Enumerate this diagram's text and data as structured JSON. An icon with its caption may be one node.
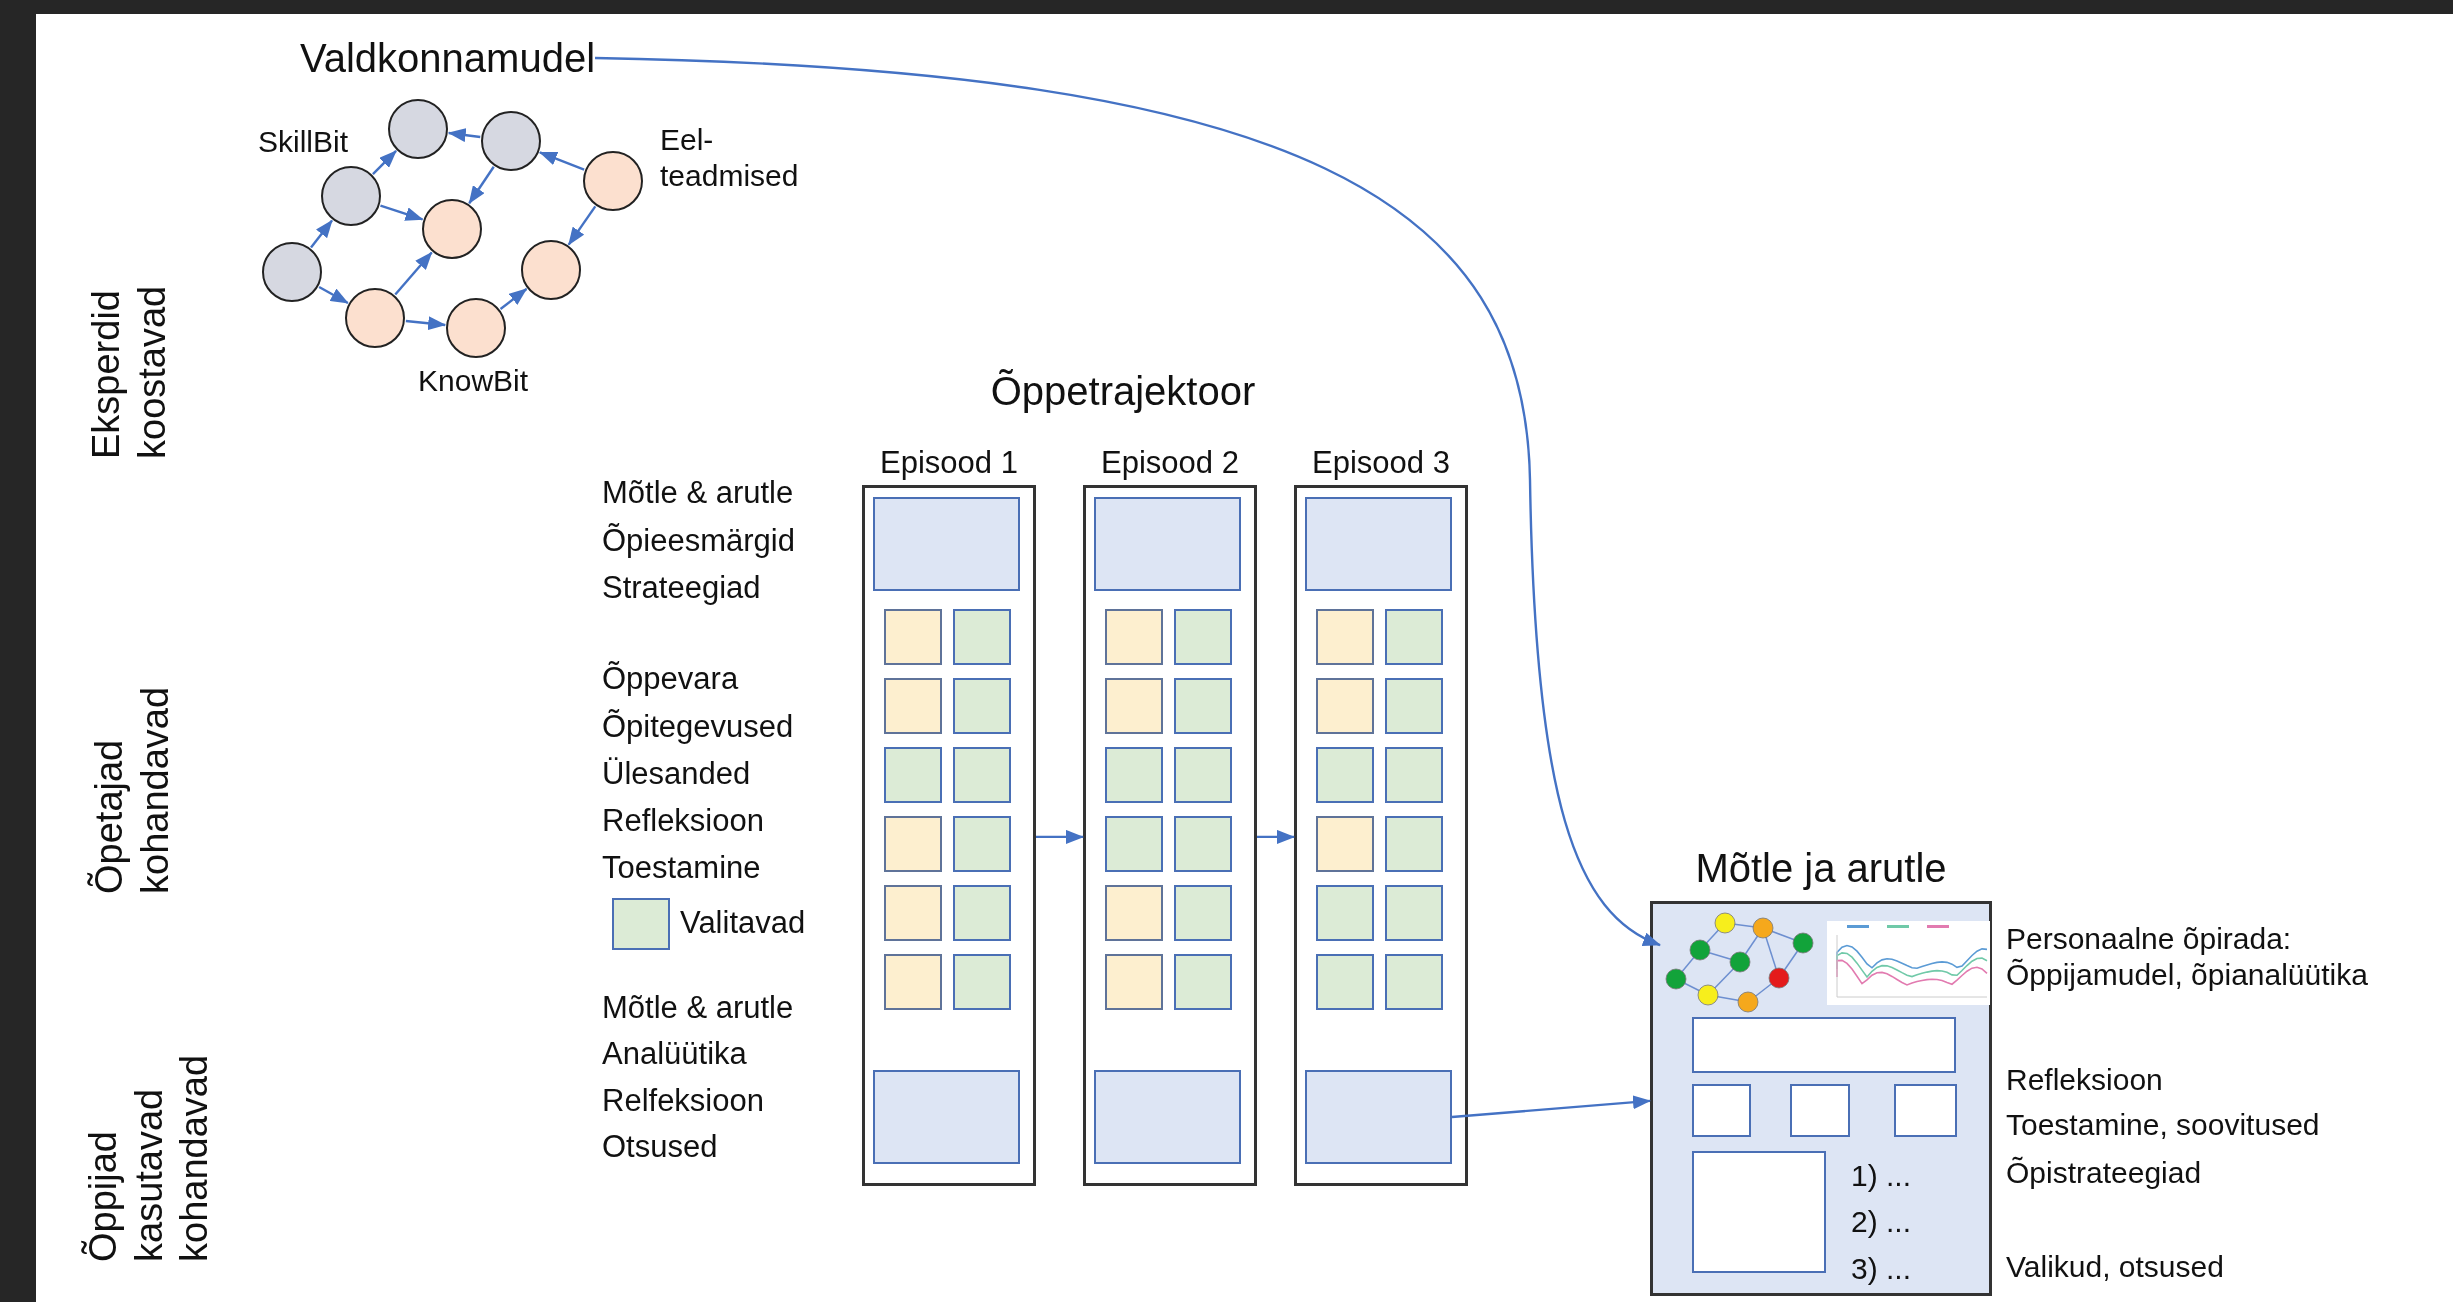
{
  "diagram": {
    "nodes": [
      {
        "text": [
          "Valdkonnamudel"
        ]
      },
      {
        "text": [],
        "shape": "circle"
      },
      {
        "text": [],
        "shape": "circle"
      },
      {
        "text": [],
        "shape": "circle"
      },
      {
        "text": [],
        "shape": "circle"
      },
      {
        "text": [],
        "shape": "circle"
      },
      {
        "text": [],
        "shape": "circle"
      },
      {
        "text": [],
        "shape": "circle"
      },
      {
        "text": [],
        "shape": "circle"
      },
      {
        "text": [],
        "shape": "circle"
      },
      {
        "text": [
          "Episood 1"
        ]
      },
      {
        "text": [],
        "shape": "box",
        "in": 10
      },
      {
        "text": [],
        "shape": "box",
        "in": 10
      },
      {
        "text": [],
        "shape": "box",
        "in": 10
      },
      {
        "text": [],
        "shape": "box",
        "in": 10
      },
      {
        "text": [],
        "shape": "box",
        "in": 10
      },
      {
        "text": [],
        "shape": "box",
        "in": 10
      },
      {
        "text": [],
        "shape": "box",
        "in": 10
      },
      {
        "text": [],
        "shape": "box",
        "in": 10
      },
      {
        "text": [],
        "shape": "box",
        "in": 10
      },
      {
        "text": [],
        "shape": "box",
        "in": 10
      },
      {
        "text": [],
        "shape": "box",
        "in": 10
      },
      {
        "text": [],
        "shape": "box",
        "in": 10
      },
      {
        "text": [],
        "shape": "box",
        "in": 10
      },
      {
        "text": [],
        "shape": "box",
        "in": 10
      },
      {
        "text": [
          "Episood 2"
        ]
      },
      {
        "text": [],
        "shape": "box",
        "in": 25
      },
      {
        "text": [],
        "shape": "box",
        "in": 25
      },
      {
        "text": [],
        "shape": "box",
        "in": 25
      },
      {
        "text": [],
        "shape": "box",
        "in": 25
      },
      {
        "text": [],
        "shape": "box",
        "in": 25
      },
      {
        "text": [],
        "shape": "box",
        "in": 25
      },
      {
        "text": [],
        "shape": "box",
        "in": 25
      },
      {
        "text": [],
        "shape": "box",
        "in": 25
      },
      {
        "text": [],
        "shape": "box",
        "in": 25
      },
      {
        "text": [],
        "shape": "box",
        "in": 25
      },
      {
        "text": [],
        "shape": "box",
        "in": 25
      },
      {
        "text": [],
        "shape": "box",
        "in": 25
      },
      {
        "text": [],
        "shape": "box",
        "in": 25
      },
      {
        "text": [],
        "shape": "box",
        "in": 25
      },
      {
        "text": [
          "Episood 3"
        ]
      },
      {
        "text": [],
        "shape": "box",
        "in": 40
      },
      {
        "text": [],
        "shape": "box",
        "in": 40
      },
      {
        "text": [],
        "shape": "box",
        "in": 40
      },
      {
        "text": [],
        "shape": "box",
        "in": 40
      },
      {
        "text": [],
        "shape": "box",
        "in": 40
      },
      {
        "text": [],
        "shape": "box",
        "in": 40
      },
      {
        "text": [],
        "shape": "box",
        "in": 40
      },
      {
        "text": [],
        "shape": "box",
        "in": 40
      },
      {
        "text": [],
        "shape": "box",
        "in": 40
      },
      {
        "text": [],
        "shape": "box",
        "in": 40
      },
      {
        "text": [],
        "shape": "box",
        "in": 40
      },
      {
        "text": [],
        "shape": "box",
        "in": 40
      },
      {
        "text": [],
        "shape": "box",
        "in": 40
      },
      {
        "text": [],
        "shape": "box",
        "in": 40
      },
      {
        "text": [
          "Mõtle ja arutle"
        ]
      },
      {
        "text": [],
        "shape": "picture",
        "in": 55
      },
      {
        "text": [],
        "shape": "picture",
        "in": 55
      },
      {
        "text": [],
        "shape": "box",
        "in": 55
      },
      {
        "text": [],
        "shape": "box",
        "in": 55
      },
      {
        "text": [],
        "shape": "box",
        "in": 55
      },
      {
        "text": [],
        "shape": "box",
        "in": 55
      },
      {
        "text": [],
        "shape": "box",
        "in": 55
      }
    ],
    "edges": [
      {
        "from": 0,
        "to": 56,
        "arrow": "to"
      },
      {
        "from": 1,
        "to": 2,
        "arrow": "to"
      },
      {
        "from": 1,
        "to": 3,
        "arrow": "to"
      },
      {
        "from": 2,
        "to": 4,
        "arrow": "to"
      },
      {
        "from": 2,
        "to": 5,
        "arrow": "to"
      },
      {
        "from": 3,
        "to": 5,
        "arrow": "to"
      },
      {
        "from": 3,
        "to": 6,
        "arrow": "to"
      },
      {
        "from": 6,
        "to": 8,
        "arrow": "to"
      },
      {
        "from": 7,
        "to": 4,
        "arrow": "to"
      },
      {
        "from": 9,
        "to": 7,
        "arrow": "to"
      },
      {
        "from": 7,
        "to": 5,
        "arrow": "to"
      },
      {
        "from": 9,
        "to": 8,
        "arrow": "to"
      },
      {
        "from": 10,
        "to": 25,
        "arrow": "to"
      },
      {
        "from": 25,
        "to": 40,
        "arrow": "to"
      },
      {
        "from": 54,
        "to": 55,
        "arrow": "to"
      }
    ],
    "labels": [
      "Eksperdid koostavad",
      "SkillBit",
      "Eel- teadmised",
      "KnowBit",
      "Õppetrajektoor",
      "Mõtle & arutle",
      "Õpieesmärgid",
      "Strateegiad",
      "Õpetajad kohandavad",
      "Õppevara",
      "Õpitegevused",
      "Ülesanded",
      "Refleksioon",
      "Toestamine",
      "Personaalne õpirada: Õppijamudel, õpianalüütika",
      "Mõtle & arutle",
      "Analüütika",
      "Relfeksioon",
      "Otsused",
      "Refleksioon",
      "Toestamine, soovitused",
      "Õppijad kasutavad kohandavad",
      "1) ...",
      "Õpistrateegiad",
      "2) ...",
      "3) ...",
      "Valikud, otsused"
    ],
    "legend": [
      {
        "text": "Valitavad",
        "color": "#dcebd6"
      }
    ]
  }
}
